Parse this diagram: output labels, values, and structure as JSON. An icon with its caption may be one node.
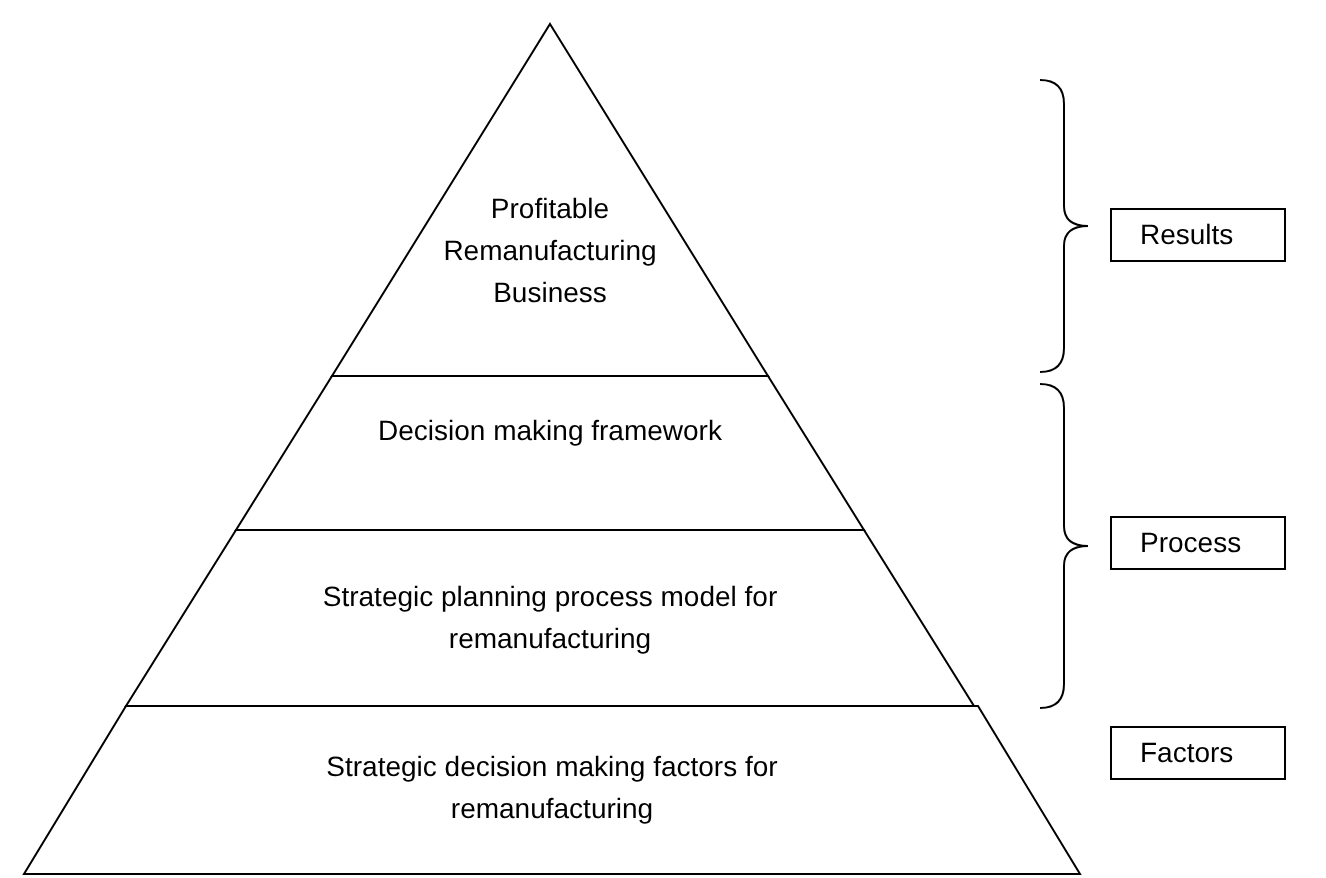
{
  "diagram": {
    "nodes": [
      {
        "text": [
          "Profitable Remanufacturing Business"
        ]
      },
      {
        "text": [
          "Decision making framework"
        ]
      },
      {
        "text": [
          "Strategic planning process model for remanufacturing"
        ]
      },
      {
        "text": [
          "Strategic decision making factors for remanufacturing"
        ]
      },
      {
        "text": [
          "Results"
        ]
      },
      {
        "text": [
          "Process"
        ]
      },
      {
        "text": [
          "Factors"
        ]
      }
    ]
  }
}
